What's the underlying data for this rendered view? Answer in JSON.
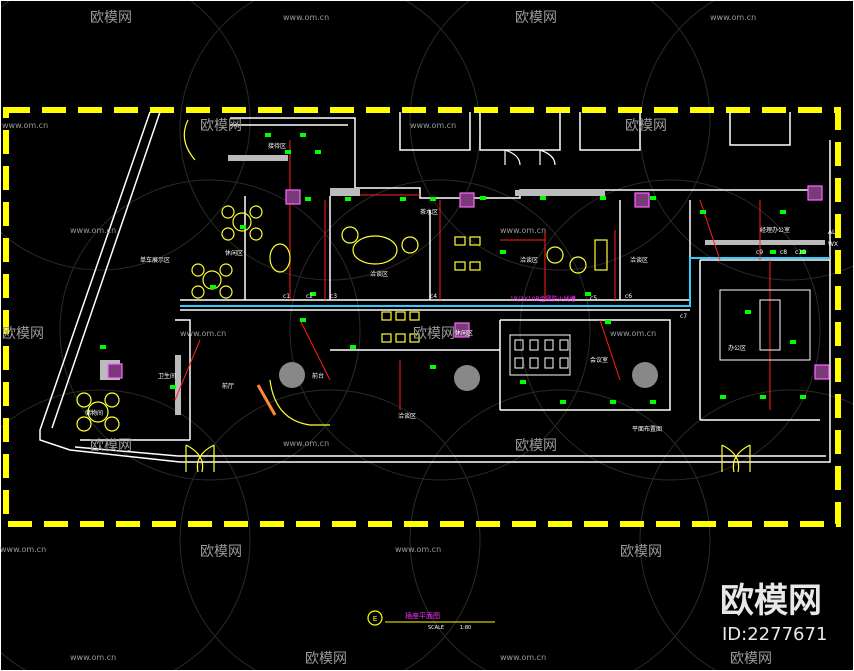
{
  "drawing": {
    "title": "插座平面图",
    "scale_label": "SCALE",
    "scale_value": "1:80",
    "inner_note": "平面布置图",
    "cable_label": "1B/3X10B金属防火线槽",
    "title_badge": "E"
  },
  "rooms": [
    {
      "key": "reception",
      "label": "接待区"
    },
    {
      "key": "shop_front",
      "label": "休闲区"
    },
    {
      "key": "lounge_a",
      "label": "洽谈区"
    },
    {
      "key": "lounge_b",
      "label": "洽谈区"
    },
    {
      "key": "display",
      "label": "单车展示区"
    },
    {
      "key": "lobby",
      "label": "前厅"
    },
    {
      "key": "bar",
      "label": "前台"
    },
    {
      "key": "wc",
      "label": "卫生间"
    },
    {
      "key": "meeting_a",
      "label": "洽谈区"
    },
    {
      "key": "meeting_b",
      "label": "洽谈区"
    },
    {
      "key": "conference",
      "label": "会议室"
    },
    {
      "key": "office",
      "label": "办公区"
    },
    {
      "key": "storage",
      "label": "储物间"
    },
    {
      "key": "leisure",
      "label": "休闲区"
    },
    {
      "key": "tea",
      "label": "茶水区"
    },
    {
      "key": "manager",
      "label": "经理办公室"
    }
  ],
  "markers": [
    "c1",
    "c2",
    "c3",
    "c4",
    "c5",
    "c6",
    "c7",
    "c8",
    "c9",
    "c10"
  ],
  "panel_labels": [
    "AL",
    "WX"
  ],
  "watermarks": {
    "brand": "欧模网",
    "url": "www.om.cn",
    "big_brand": "欧模网",
    "id_text": "ID:2277671"
  },
  "colors": {
    "background": "#000000",
    "border_dash": "#ffff00",
    "walls": "#ffffff",
    "circuits": "#ff2020",
    "sockets": "#00ff00",
    "furniture": "#ffff33",
    "cable_tray": "#33ccff",
    "labels": "#ff33ff",
    "equipment": "#ff66ff",
    "watermark": "#9a9a9a"
  }
}
